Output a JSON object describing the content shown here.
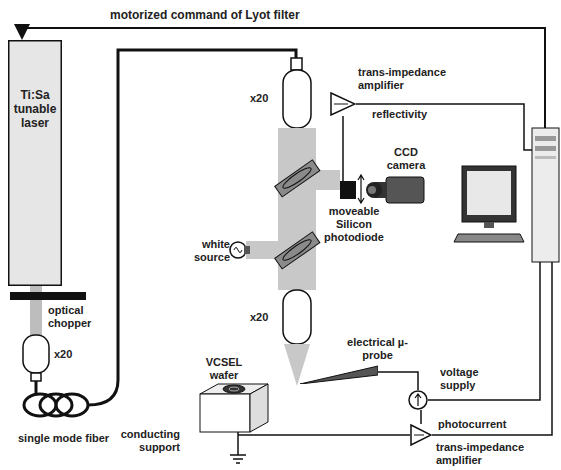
{
  "diagram": {
    "nodes": [
      {
        "text": [
          "Ti:Sa tunable laser"
        ]
      },
      {
        "text": [
          "trans-impedance amplifier"
        ]
      },
      {
        "text": [
          "moveable Silicon photodiode"
        ]
      },
      {
        "text": [
          "electrical µ-probe"
        ]
      },
      {
        "text": [
          "voltage supply"
        ]
      },
      {
        "text": [
          "trans-impedance amplifier"
        ]
      }
    ],
    "edges": [
      {
        "from": 2,
        "to": 1,
        "arrow": "none"
      },
      {
        "from": 3,
        "to": 4,
        "arrow": "none"
      },
      {
        "from": 4,
        "to": 5,
        "arrow": "none"
      }
    ],
    "labels": [
      "motorized command of Lyot filter",
      "reflectivity",
      "CCD camera",
      "optical chopper",
      "x20",
      "x20",
      "white source",
      "x20",
      "VCSEL wafer",
      "single mode fiber",
      "conducting support",
      "photocurrent"
    ]
  }
}
